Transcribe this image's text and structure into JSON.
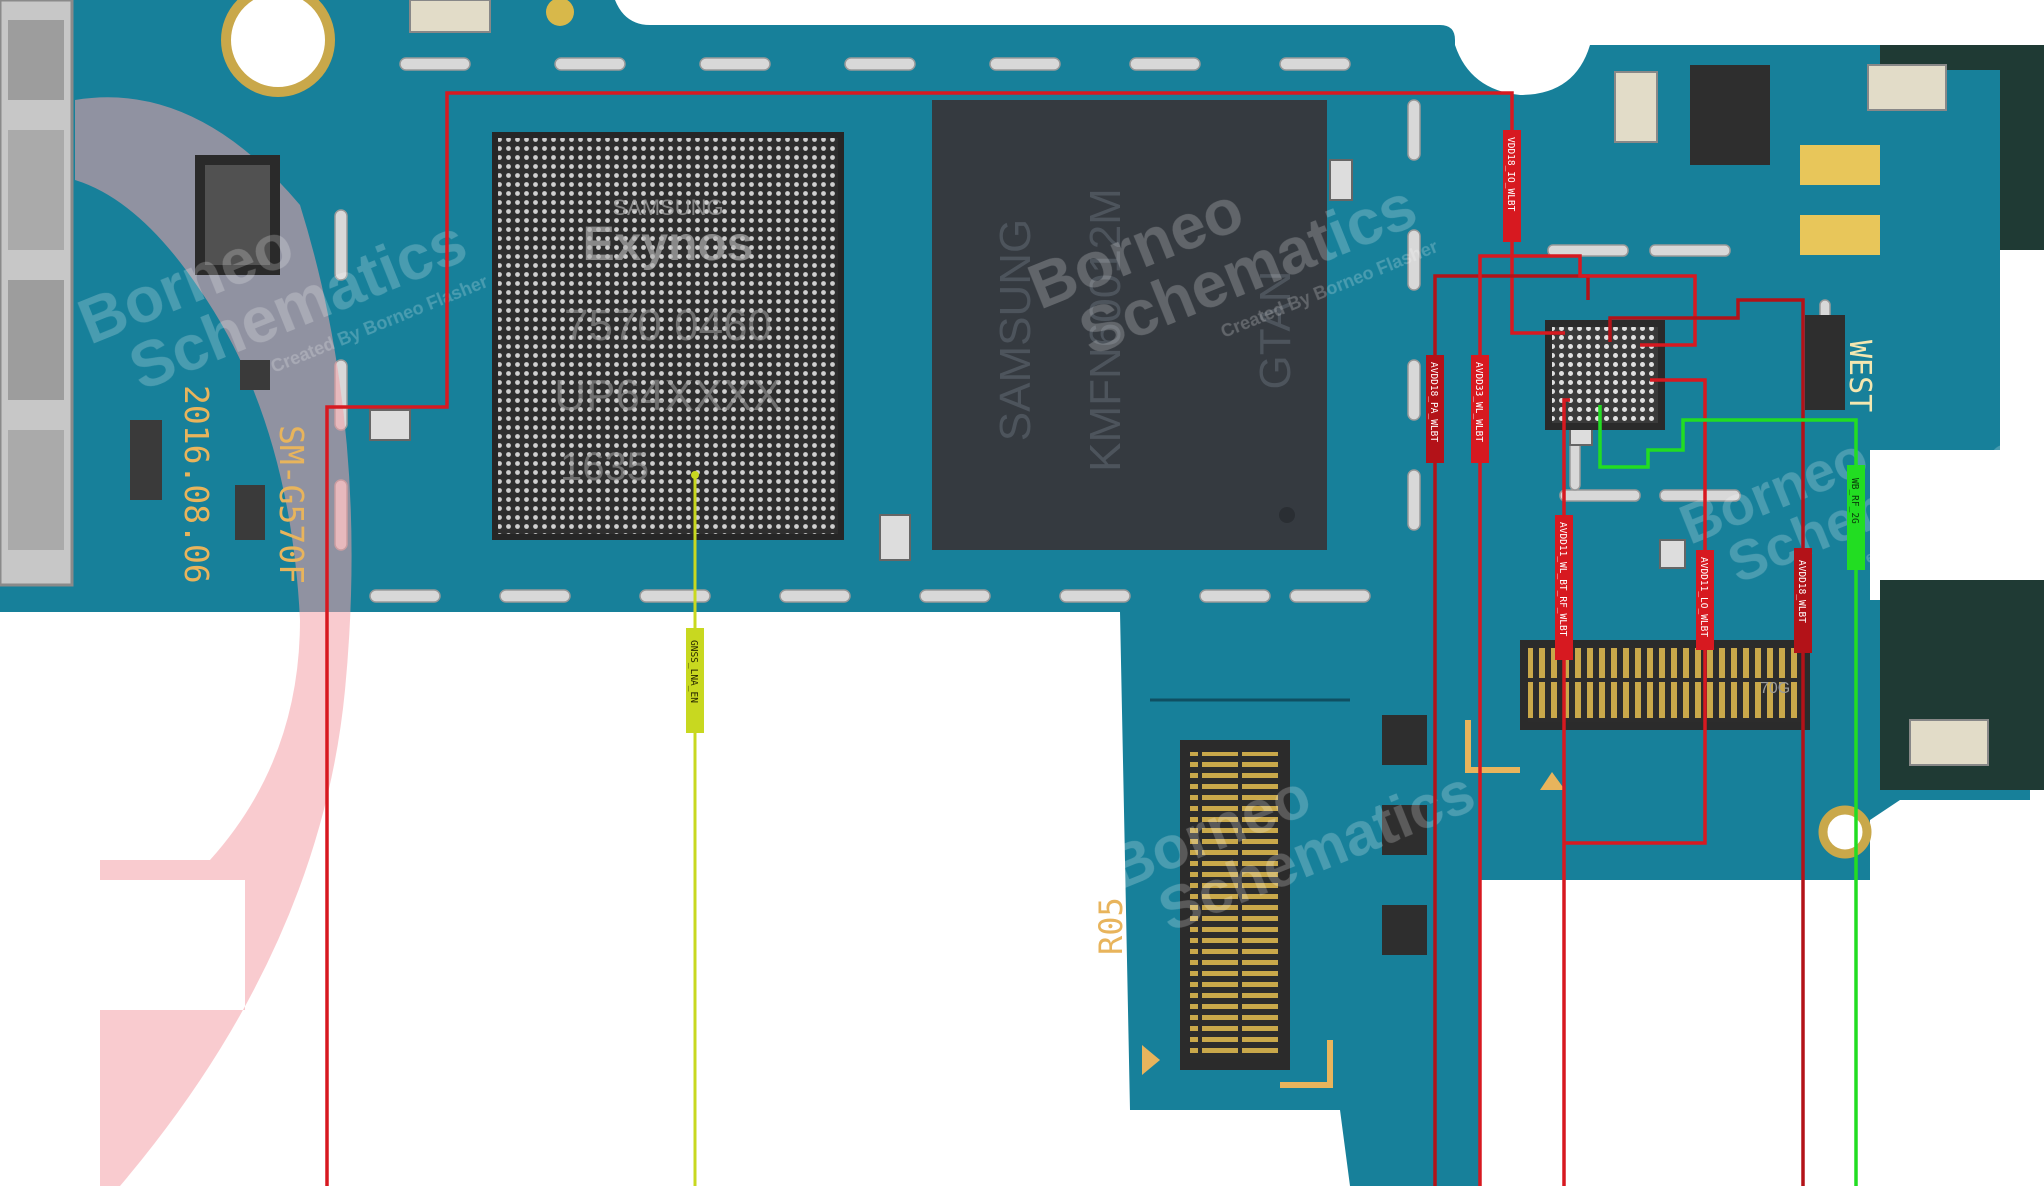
{
  "board": {
    "model_text": "SM-G570F",
    "date_text": "2016.08.06",
    "ref_r05": "R05",
    "side_text": "WEST",
    "connector_code": "70G"
  },
  "watermark": {
    "line1": "Borneo",
    "line2": "Schematics",
    "tagline": "Created By Borneo Flasher"
  },
  "chips": {
    "soc": {
      "line1": "SAMSUNG",
      "line2": "Exynos",
      "line3": "7570 0460",
      "line4": "UP64XXXX",
      "line5": "1635"
    },
    "memory": {
      "line1": "SAMSUNG",
      "line2": "KMFN60012M",
      "line3": "GTAN"
    }
  },
  "signals": [
    {
      "id": "vdd18-io",
      "label": "VDD18_IO_WLBT",
      "color": "#d71920"
    },
    {
      "id": "avdd18-pa",
      "label": "AVDD18_PA_WLBT",
      "color": "#d71920"
    },
    {
      "id": "avdd33-wl",
      "label": "AVDD33_WL_WLBT",
      "color": "#d71920"
    },
    {
      "id": "avdd11-rf",
      "label": "AVDD11_WL_BT_RF_WLBT",
      "color": "#d71920"
    },
    {
      "id": "avdd11-lo",
      "label": "AVDD11_LO_WLBT",
      "color": "#d71920"
    },
    {
      "id": "avdd18",
      "label": "AVDD18_WLBT",
      "color": "#c4161c"
    },
    {
      "id": "wb-rf-2g",
      "label": "WB_RF_2G",
      "color": "#22dd22"
    },
    {
      "id": "gnss-lna",
      "label": "GNSS_LNA_EN",
      "color": "#c8d820"
    }
  ]
}
